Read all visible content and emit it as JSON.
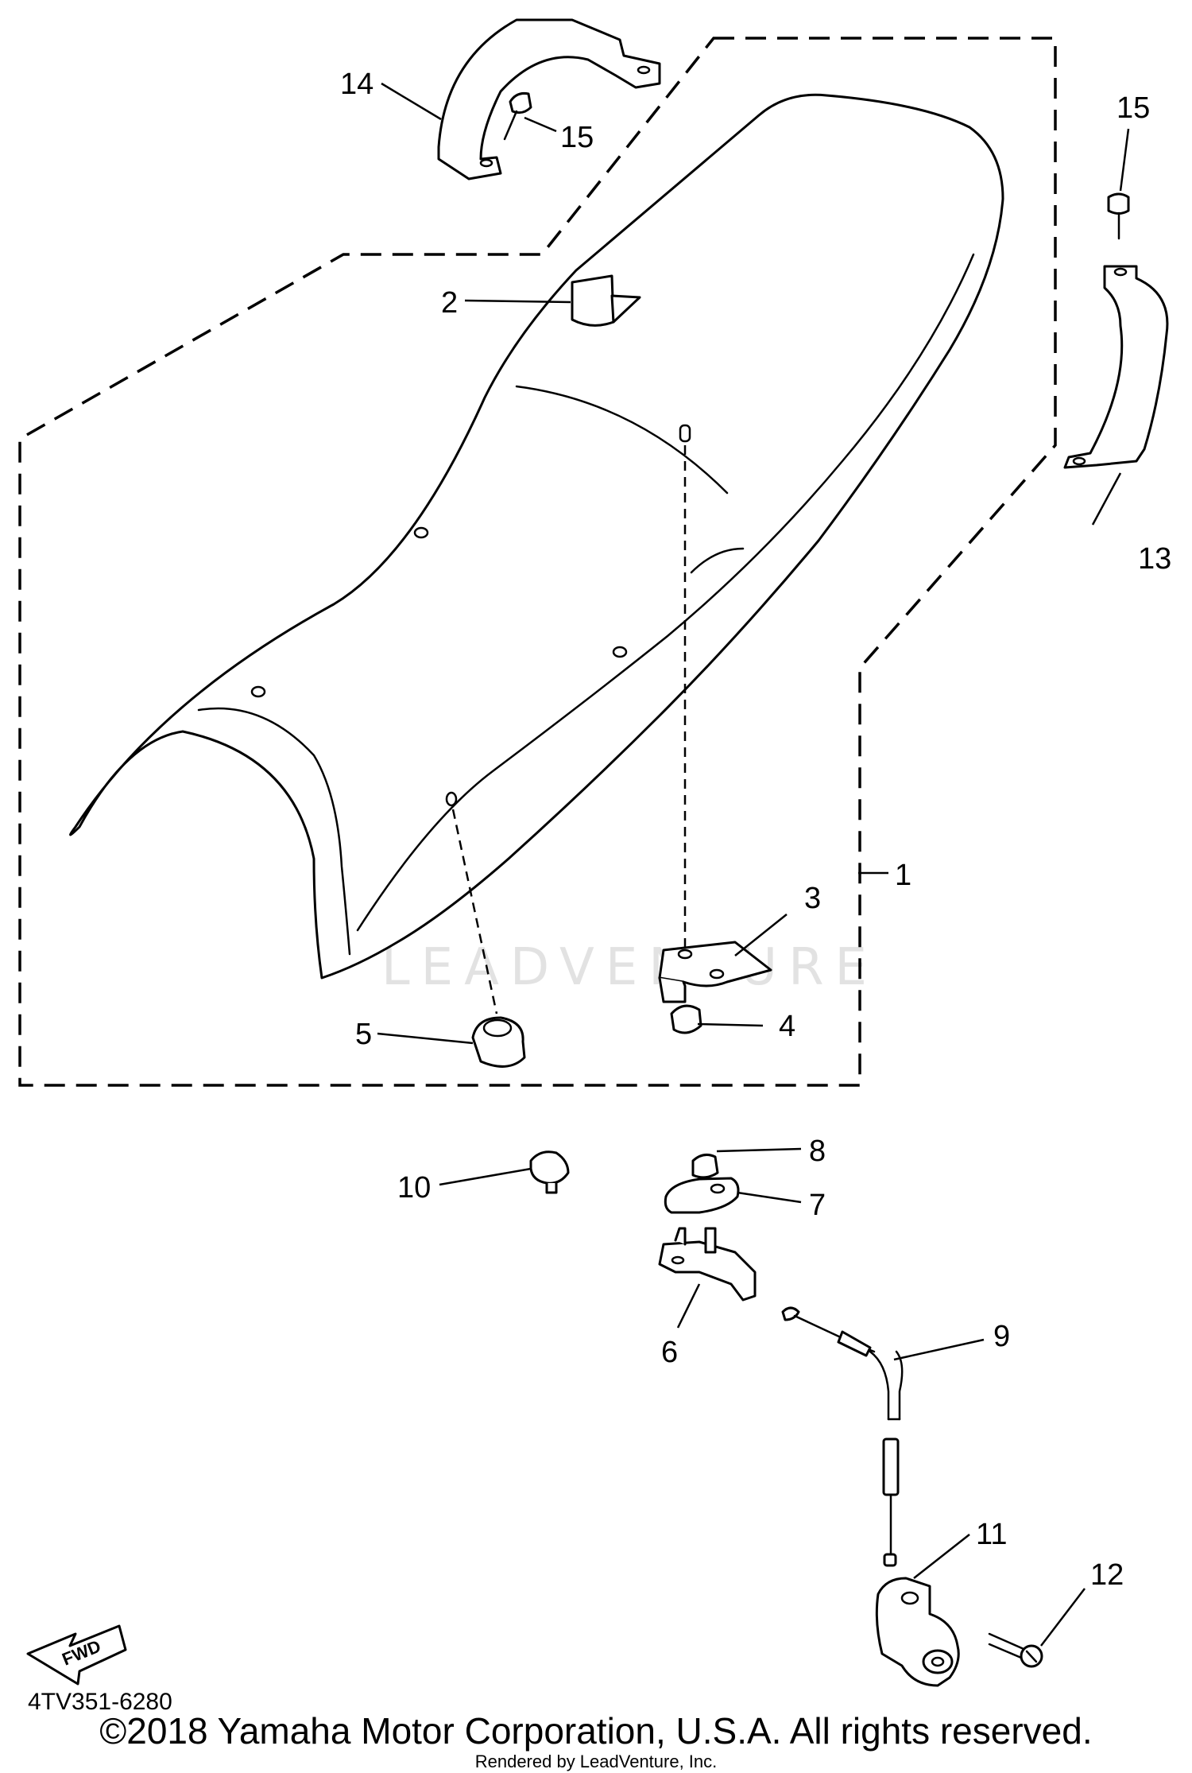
{
  "diagram": {
    "callouts": [
      "1",
      "2",
      "3",
      "4",
      "5",
      "6",
      "7",
      "8",
      "9",
      "10",
      "11",
      "12",
      "13",
      "14",
      "15",
      "15"
    ],
    "diagram_code": "4TV351-6280",
    "fwd_label": "FWD",
    "watermark": "LEADVENTURE"
  },
  "footer": {
    "copyright": "©2018 Yamaha Motor Corporation, U.S.A. All rights reserved.",
    "rendered_by": "Rendered by LeadVenture, Inc."
  }
}
